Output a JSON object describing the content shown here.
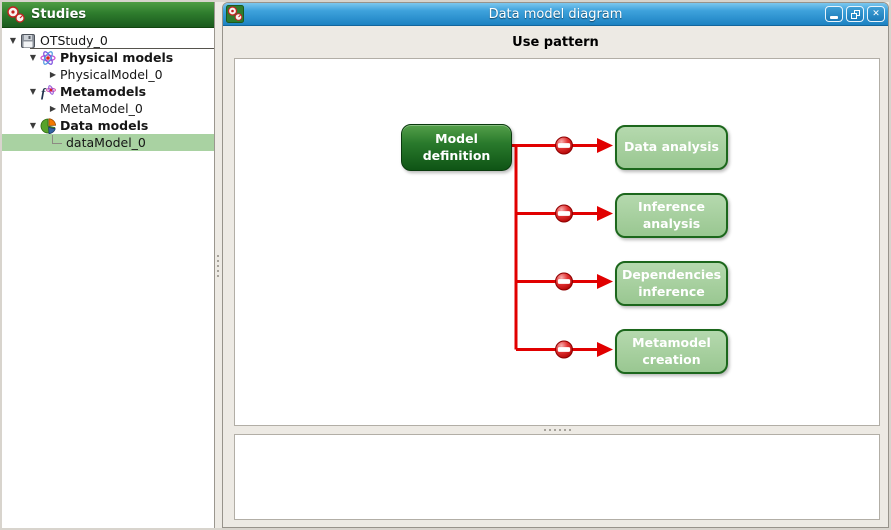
{
  "sidebar": {
    "title": "Studies",
    "tree": [
      {
        "label": "OTStudy_0"
      },
      {
        "label": "Physical models"
      },
      {
        "label": "PhysicalModel_0"
      },
      {
        "label": "Metamodels"
      },
      {
        "label": "MetaModel_0"
      },
      {
        "label": "Data models"
      },
      {
        "label": "dataModel_0"
      }
    ]
  },
  "icons": {
    "expanded": "▼",
    "collapsed": "▶",
    "close": "✕",
    "study_logo": "persalys-logo",
    "save": "save-icon",
    "physical_model": "atom-icon",
    "metamodel": "function-atom-icon",
    "data_model": "pie-chart-icon"
  },
  "window": {
    "title": "Data model diagram",
    "heading": "Use pattern"
  },
  "diagram": {
    "source": {
      "label": "Model definition"
    },
    "targets": [
      {
        "label": "Data analysis"
      },
      {
        "label": "Inference analysis"
      },
      {
        "label": "Dependencies inference"
      },
      {
        "label": "Metamodel creation"
      }
    ]
  },
  "colors": {
    "titlebar_blue": "#2d95d0",
    "header_green": "#2e7c2d",
    "selected_row_green": "#a9d2a2",
    "arrow_red": "#e10000",
    "source_box_green": "#1d6a21",
    "target_box_green": "#a6cf9e",
    "target_border_green": "#1c671c"
  }
}
